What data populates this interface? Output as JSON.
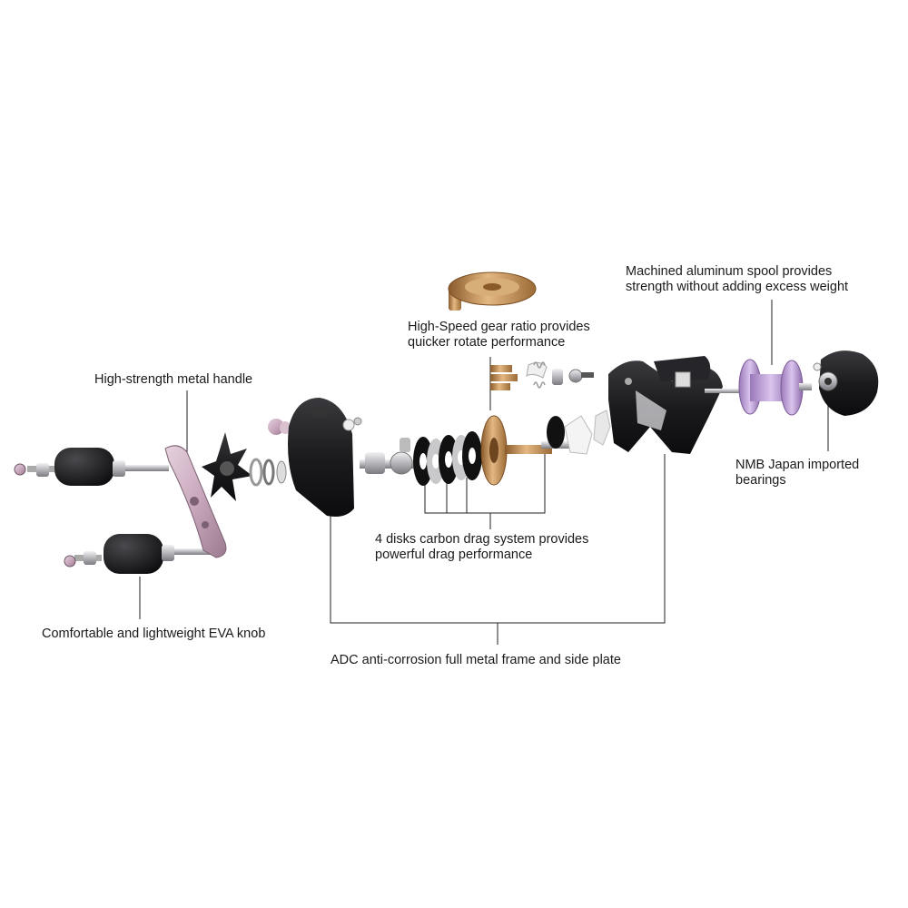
{
  "labels": {
    "handle": "High-strength metal handle",
    "gear": {
      "line1": "High-Speed gear ratio provides",
      "line2": "quicker rotate performance"
    },
    "spool": {
      "line1": "Machined aluminum spool provides",
      "line2": "strength without adding excess weight"
    },
    "bearings": {
      "line1": "NMB Japan imported",
      "line2": "bearings"
    },
    "drag": {
      "line1": "4 disks carbon drag system provides",
      "line2": "powerful drag performance"
    },
    "knob": "Comfortable and lightweight EVA knob",
    "frame": "ADC anti-corrosion full metal frame and side plate"
  },
  "colors": {
    "background": "#ffffff",
    "text": "#1a1a1a",
    "leader": "#222222",
    "black_part": "#1b1b1d",
    "pink_metal": "#c9a8bd",
    "bronze": "#c9985f",
    "purple_spool": "#b89ad4",
    "silver": "#c8c8cc"
  }
}
